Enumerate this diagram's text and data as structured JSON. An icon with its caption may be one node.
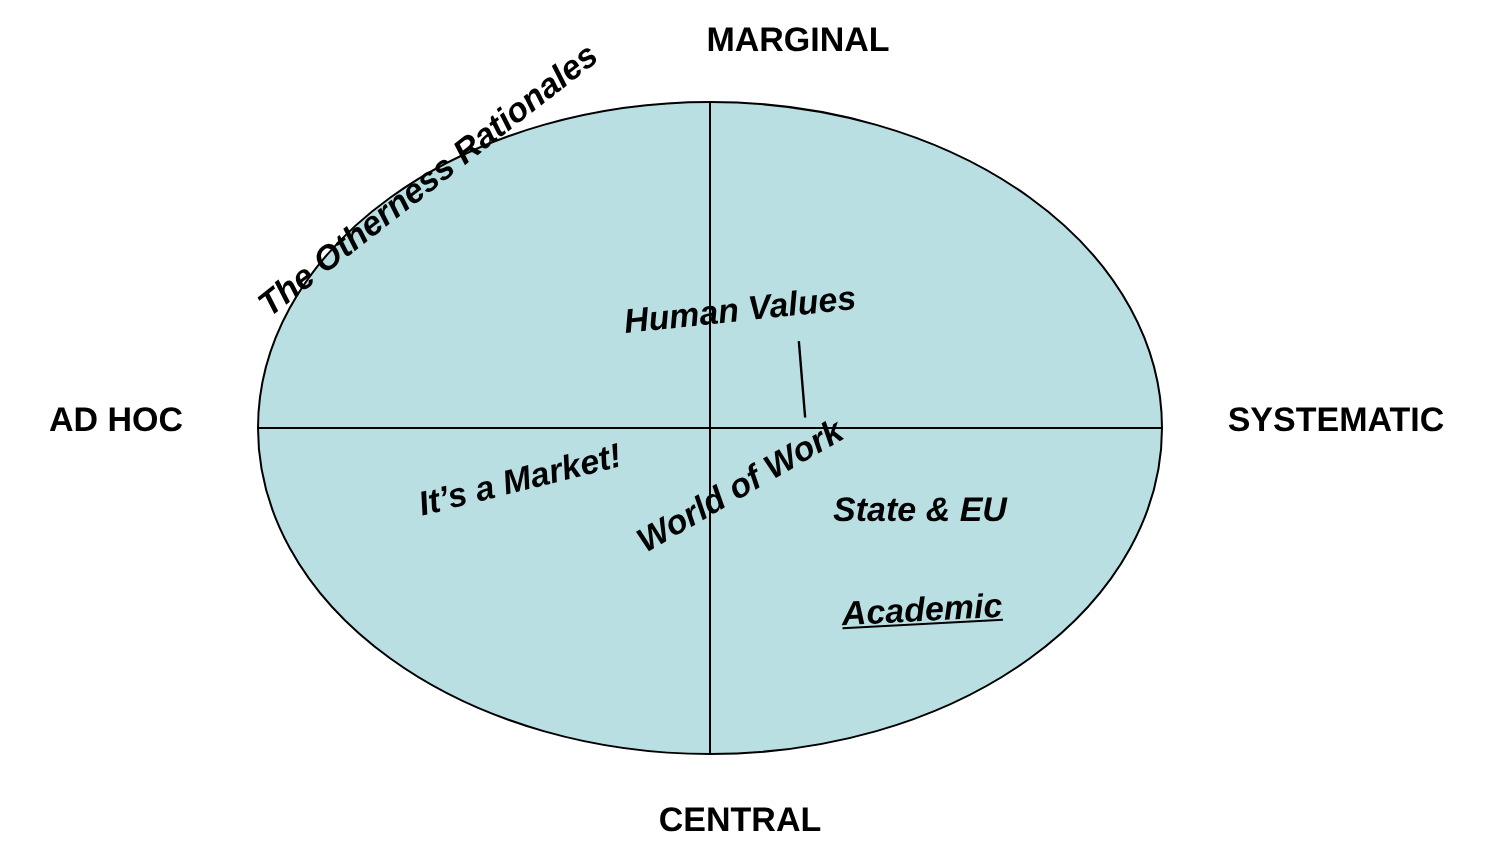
{
  "diagram": {
    "nodes": [
      {
        "text": [],
        "shape": "circle"
      },
      {
        "text": [
          "Human Values"
        ],
        "in": 0
      },
      {
        "text": [
          "World of Work"
        ],
        "in": 0
      }
    ],
    "edges": [
      {
        "from": 1,
        "to": 2,
        "arrow": "none"
      }
    ],
    "labels": [
      "MARGINAL",
      "The Otherness Rationales",
      "AD HOC",
      "SYSTEMATIC",
      "It’s a Market!",
      "State & EU",
      "Academic",
      "CENTRAL"
    ]
  }
}
